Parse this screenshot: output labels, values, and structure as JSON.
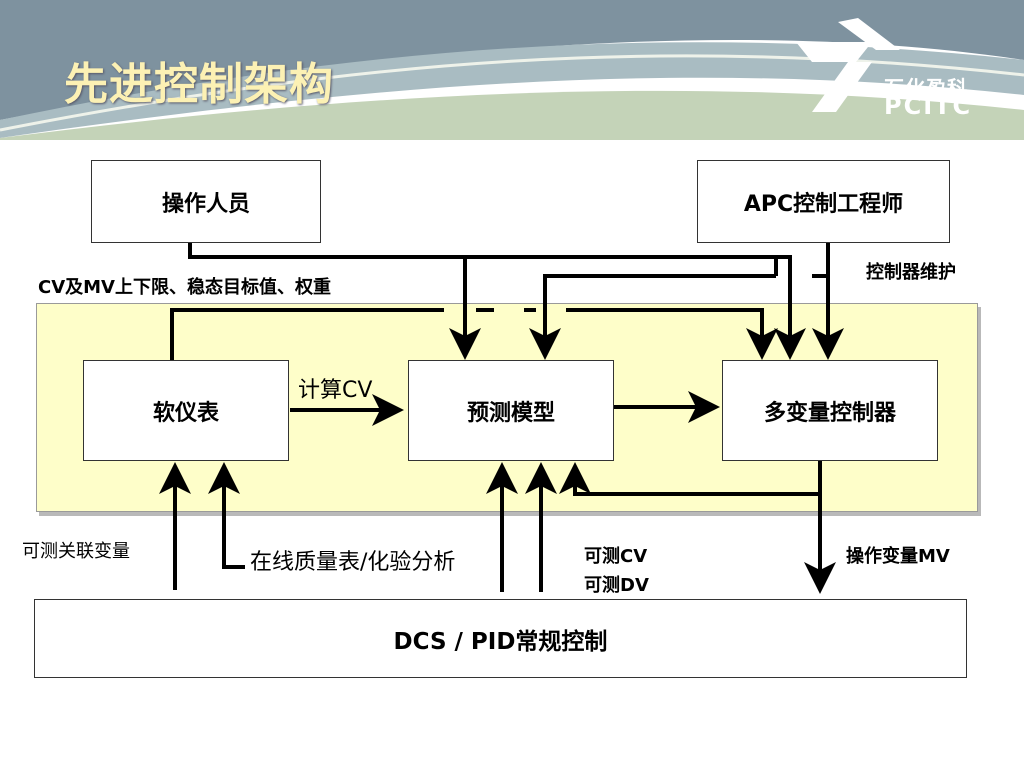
{
  "header": {
    "title": "先进控制架构",
    "logo_cn": "石化盈科",
    "logo_en": "PCITC"
  },
  "boxes": {
    "operator": "操作人员",
    "apc_engineer": "APC控制工程师",
    "soft_sensor": "软仪表",
    "prediction_model": "预测模型",
    "mv_controller": "多变量控制器",
    "dcs": "DCS / PID常规控制"
  },
  "labels": {
    "limits": "CV及MV上下限、稳态目标值、权重",
    "maintenance": "控制器维护",
    "calc_cv": "计算CV",
    "related_vars": "可测关联变量",
    "online_analyzer": "在线质量表/化验分析",
    "measured_cv": "可测CV",
    "measured_dv": "可测DV",
    "manipulated_mv": "操作变量MV"
  },
  "colors": {
    "panel_fill": "#fefec9",
    "title": "#fcf1b4",
    "header_green": "#b9cab0",
    "header_blue": "#7d909e"
  }
}
